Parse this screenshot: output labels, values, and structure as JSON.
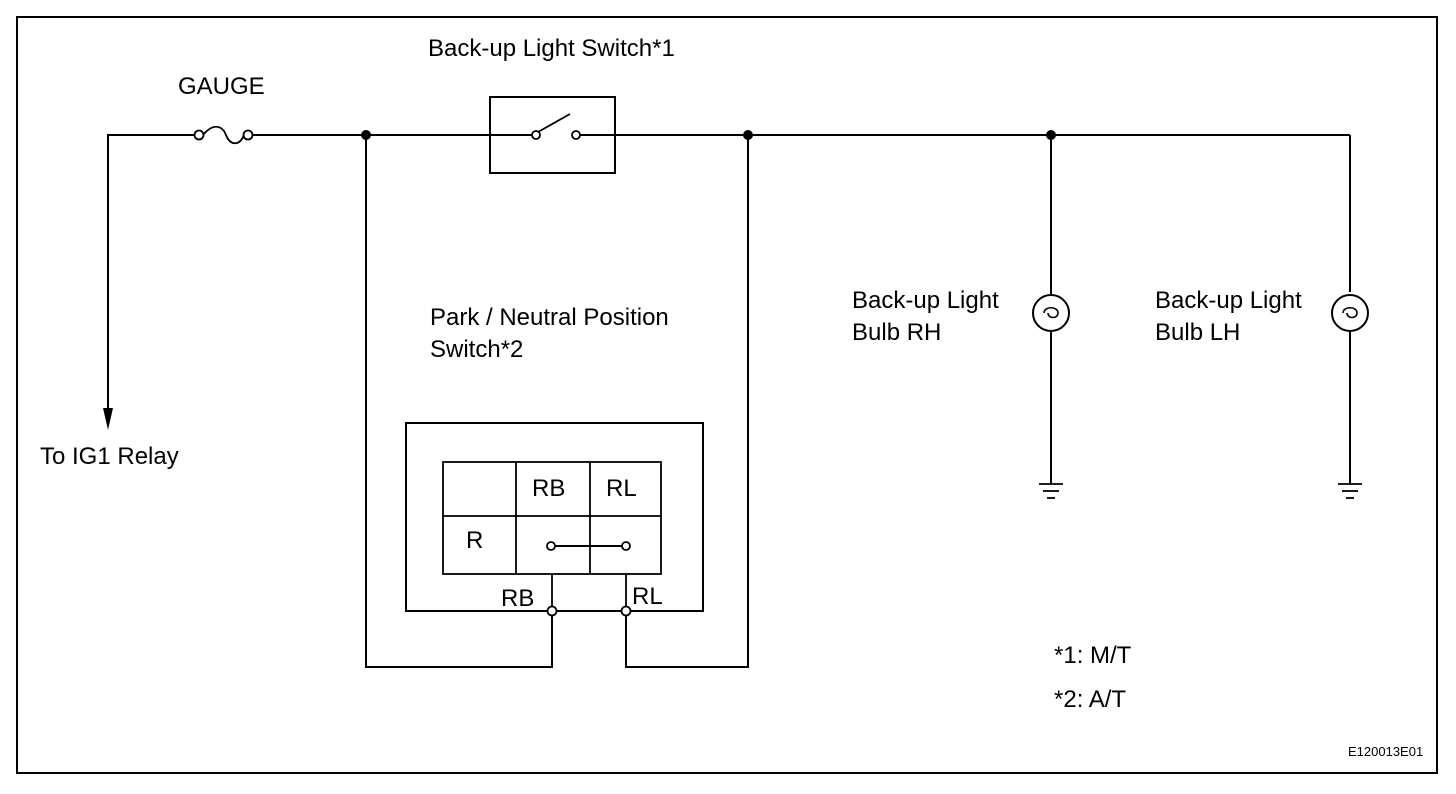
{
  "diagram": {
    "labels": {
      "gauge": "GAUGE",
      "backup_switch": "Back-up Light Switch*1",
      "pnp_switch_line1": "Park / Neutral Position",
      "pnp_switch_line2": "Switch*2",
      "to_ig1": "To IG1 Relay",
      "bulb_rh_line1": "Back-up Light",
      "bulb_rh_line2": "Bulb RH",
      "bulb_lh_line1": "Back-up Light",
      "bulb_lh_line2": "Bulb LH",
      "note1": "*1: M/T",
      "note2": "*2: A/T",
      "figure_id": "E120013E01"
    },
    "switch_table": {
      "header_rb": "RB",
      "header_rl": "RL",
      "row_r": "R"
    },
    "terminals": {
      "rb": "RB",
      "rl": "RL"
    }
  }
}
